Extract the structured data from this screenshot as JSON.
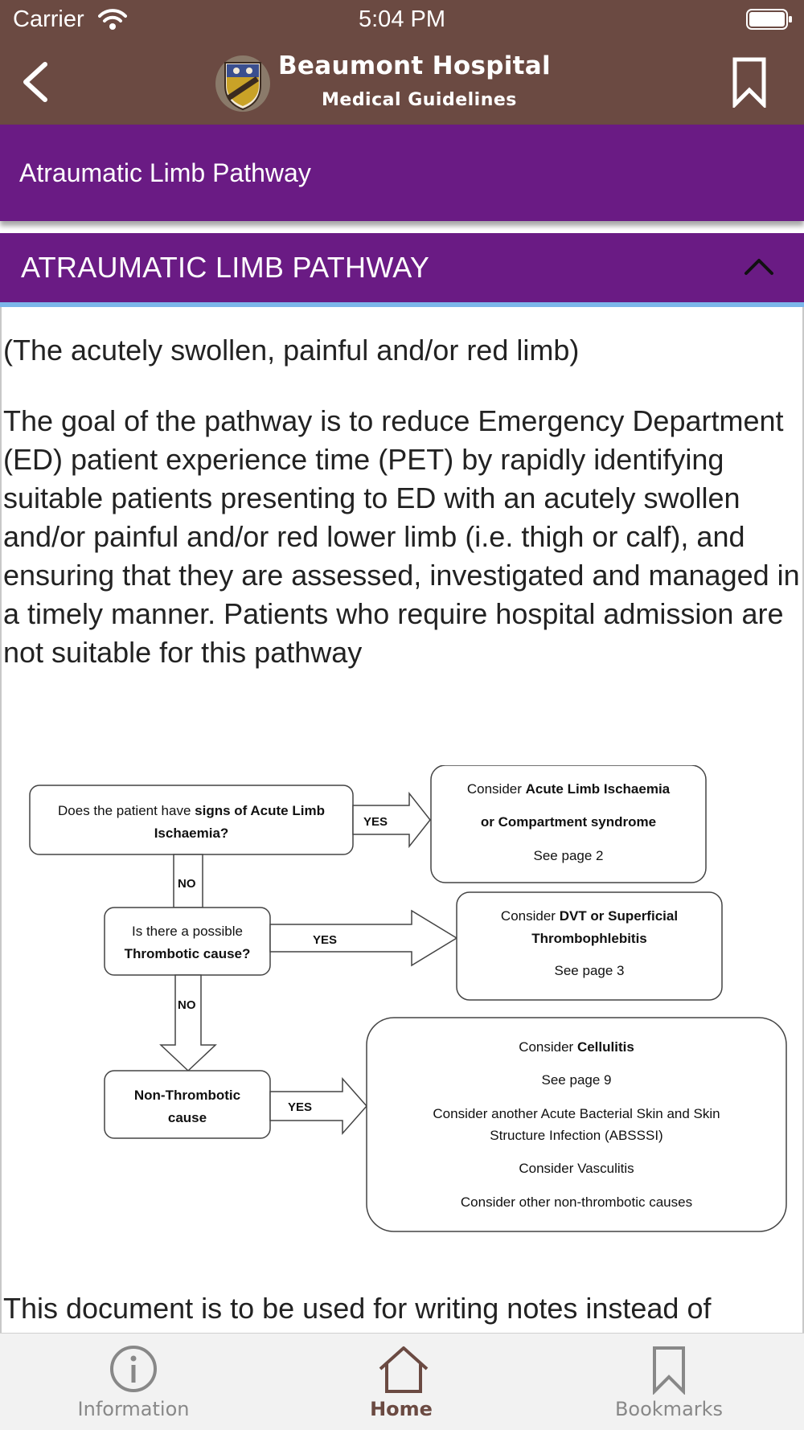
{
  "status_bar": {
    "carrier": "Carrier",
    "time": "5:04 PM"
  },
  "header": {
    "title": "Beaumont Hospital",
    "subtitle": "Medical Guidelines"
  },
  "page": {
    "title": "Atraumatic Limb Pathway"
  },
  "section": {
    "title": "ATRAUMATIC LIMB PATHWAY",
    "intro": "(The acutely swollen, painful and/or red limb)",
    "body": "The goal of the pathway is to reduce Emergency Department (ED) patient experience time (PET) by rapidly identifying suitable patients presenting to ED with an acutely swollen and/or painful and/or red lower limb (i.e. thigh or calf), and ensuring that they are assessed, investigated and managed in a timely manner. Patients who require hospital admission are not suitable for this pathway",
    "trailing": "This document is to be used for writing notes instead of"
  },
  "flowchart": {
    "q1": {
      "a": "Does the patient have ",
      "b": "signs of Acute Limb",
      "c": "Ischaemia?"
    },
    "r1": {
      "l1a": "Consider ",
      "l1b": "Acute Limb Ischaemia",
      "l2": "or Compartment syndrome",
      "l3": "See page 2"
    },
    "q2": {
      "l1": "Is there a possible",
      "l2": "Thrombotic cause?"
    },
    "r2": {
      "l1a": "Consider ",
      "l1b": "DVT or Superficial",
      "l2": "Thrombophlebitis",
      "l3": "See page 3"
    },
    "q3": {
      "l1": "Non-Thrombotic",
      "l2": "cause"
    },
    "r3": {
      "l1a": "Consider ",
      "l1b": "Cellulitis",
      "l2": "See page 9",
      "l3": "Consider another Acute Bacterial Skin and Skin",
      "l4": "Structure Infection (ABSSSI)",
      "l5": "Consider Vasculitis",
      "l6": "Consider other non-thrombotic causes"
    },
    "yes": "YES",
    "no": "NO"
  },
  "tabs": [
    {
      "label": "Information",
      "icon": "info-icon"
    },
    {
      "label": "Home",
      "icon": "home-icon"
    },
    {
      "label": "Bookmarks",
      "icon": "bookmark-icon"
    }
  ],
  "colors": {
    "header": "#6b4a42",
    "accent_purple": "#6a1b84",
    "section_underline": "#7cb6ea"
  }
}
